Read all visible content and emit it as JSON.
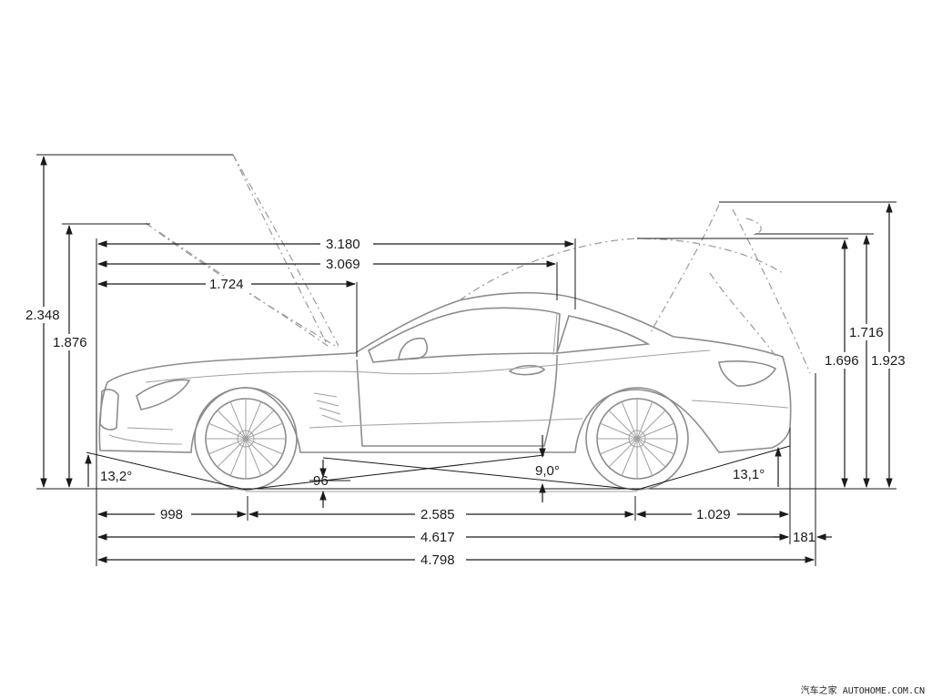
{
  "dimensions": {
    "overall_height_hood_open": "2.348",
    "height_hood_open_lower": "1.876",
    "dim_3180": "3.180",
    "dim_3069": "3.069",
    "dim_1724": "1.724",
    "rear_height_1716": "1.716",
    "rear_height_1696": "1.696",
    "rear_height_1923": "1.923",
    "approach_angle": "13,2°",
    "ground_clearance": "96",
    "ramp_angle": "9,0°",
    "departure_angle": "13,1°",
    "front_overhang": "998",
    "wheelbase": "2.585",
    "rear_overhang": "1.029",
    "length_4617": "4.617",
    "dim_181": "181",
    "length_4798": "4.798"
  },
  "watermark": {
    "text": "汽车之家 AUTOHOME.COM.CN"
  }
}
